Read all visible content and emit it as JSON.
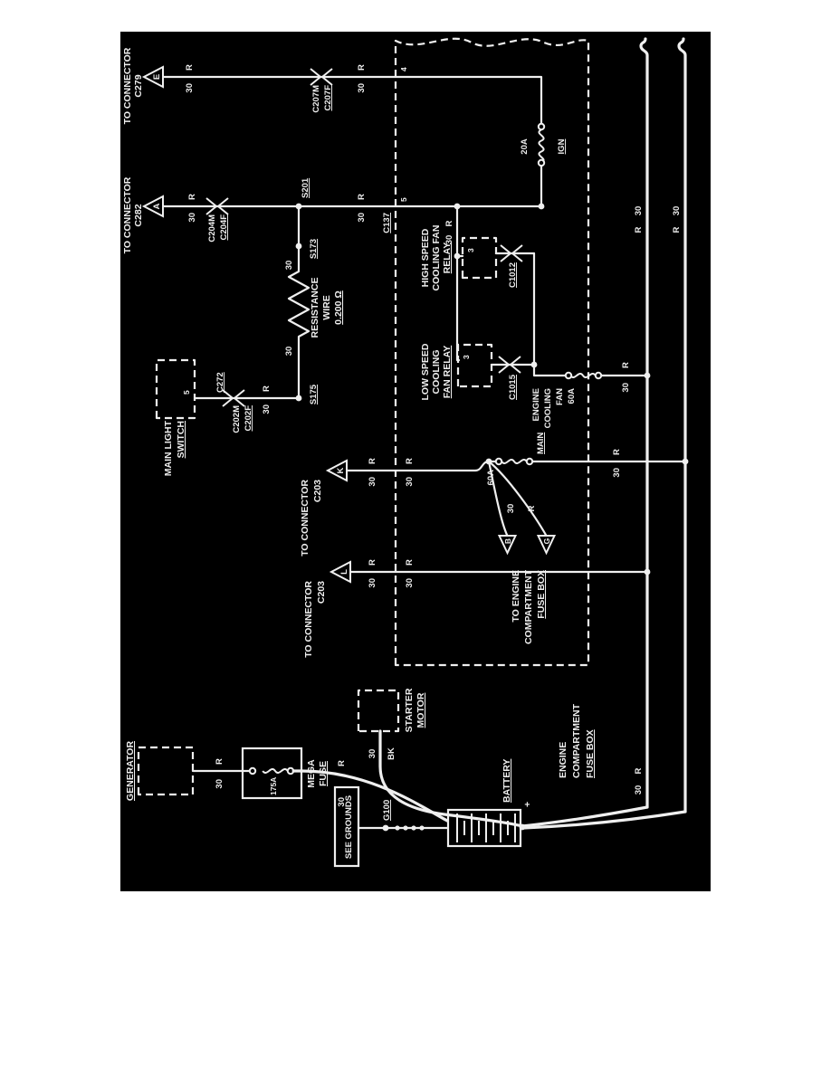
{
  "colors": {
    "page_bg": "#ffffff",
    "diagram_bg": "#000000",
    "line": "#efefef"
  },
  "wire_labels": {
    "gauge_30": "30",
    "red": "R",
    "black": "BK"
  },
  "arrows": {
    "e": {
      "letter": "E",
      "dest1": "TO CONNECTOR",
      "dest2": "C279"
    },
    "a": {
      "letter": "A",
      "dest1": "TO CONNECTOR",
      "dest2": "C282"
    },
    "k": {
      "letter": "K",
      "dest1": "TO CONNECTOR",
      "dest2": "C203"
    },
    "l": {
      "letter": "L",
      "dest1": "TO CONNECTOR",
      "dest2": "C203"
    },
    "b": {
      "letter": "B"
    },
    "g": {
      "letter": "G"
    },
    "to_fuse_box": {
      "line1": "TO ENGINE",
      "line2": "COMPARTMENT",
      "line3": "FUSE BOX"
    }
  },
  "connectors": {
    "c207": {
      "m": "C207M",
      "f": "C207F"
    },
    "c204": {
      "m": "C204M",
      "f": "C204F"
    },
    "c202": {
      "m": "C202M",
      "f": "C202F"
    },
    "c272": "C272",
    "c137": "C137",
    "c1012": "C1012",
    "c1015": "C1015"
  },
  "splices": {
    "s201": "S201",
    "s173": "S173",
    "s175": "S175"
  },
  "pins": {
    "p3": "3",
    "p4": "4",
    "p5": "5"
  },
  "components": {
    "resistance_wire": {
      "line1": "RESISTANCE",
      "line2": "WIRE",
      "line3": "0.200 Ω"
    },
    "main_light_switch": {
      "line1": "MAIN LIGHT",
      "line2": "SWITCH"
    },
    "high_speed_relay": {
      "line1": "HIGH SPEED",
      "line2": "COOLING FAN",
      "line3": "RELAY"
    },
    "low_speed_relay": {
      "line1": "LOW SPEED",
      "line2": "COOLING",
      "line3": "FAN RELAY"
    },
    "ign_fuse": {
      "name": "IGN",
      "rating": "20A"
    },
    "main_fuse": {
      "name": "MAIN",
      "rating": "60A"
    },
    "cooling_fan_fuse": {
      "line1": "ENGINE",
      "line2": "COOLING",
      "line3": "FAN",
      "rating": "60A"
    },
    "fuse_box": {
      "line1": "ENGINE",
      "line2": "COMPARTMENT",
      "line3": "FUSE BOX"
    },
    "starter_motor": {
      "line1": "STARTER",
      "line2": "MOTOR"
    },
    "generator": "GENERATOR",
    "mega_fuse": {
      "line1": "MEGA",
      "line2": "FUSE",
      "rating": "175A"
    },
    "battery": {
      "name": "BATTERY",
      "positive": "+"
    },
    "ground": {
      "box_label": "SEE GROUNDS",
      "id": "G100"
    }
  }
}
